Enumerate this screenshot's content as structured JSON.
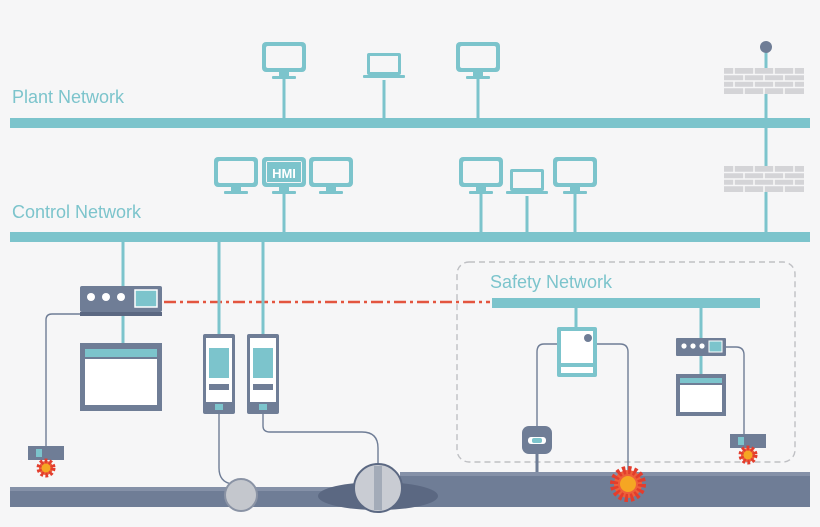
{
  "networks": {
    "plant": "Plant Network",
    "control": "Control Network",
    "safety": "Safety Network"
  },
  "hmi_label": "HMI",
  "colors": {
    "teal": "#7cc4cc",
    "slate": "#6f7d96",
    "slate_dark": "#5b6882",
    "firewall": "#c9c9cc",
    "red_dash": "#e3553f",
    "orange": "#f28b2c",
    "background": "#f6f6f7"
  }
}
